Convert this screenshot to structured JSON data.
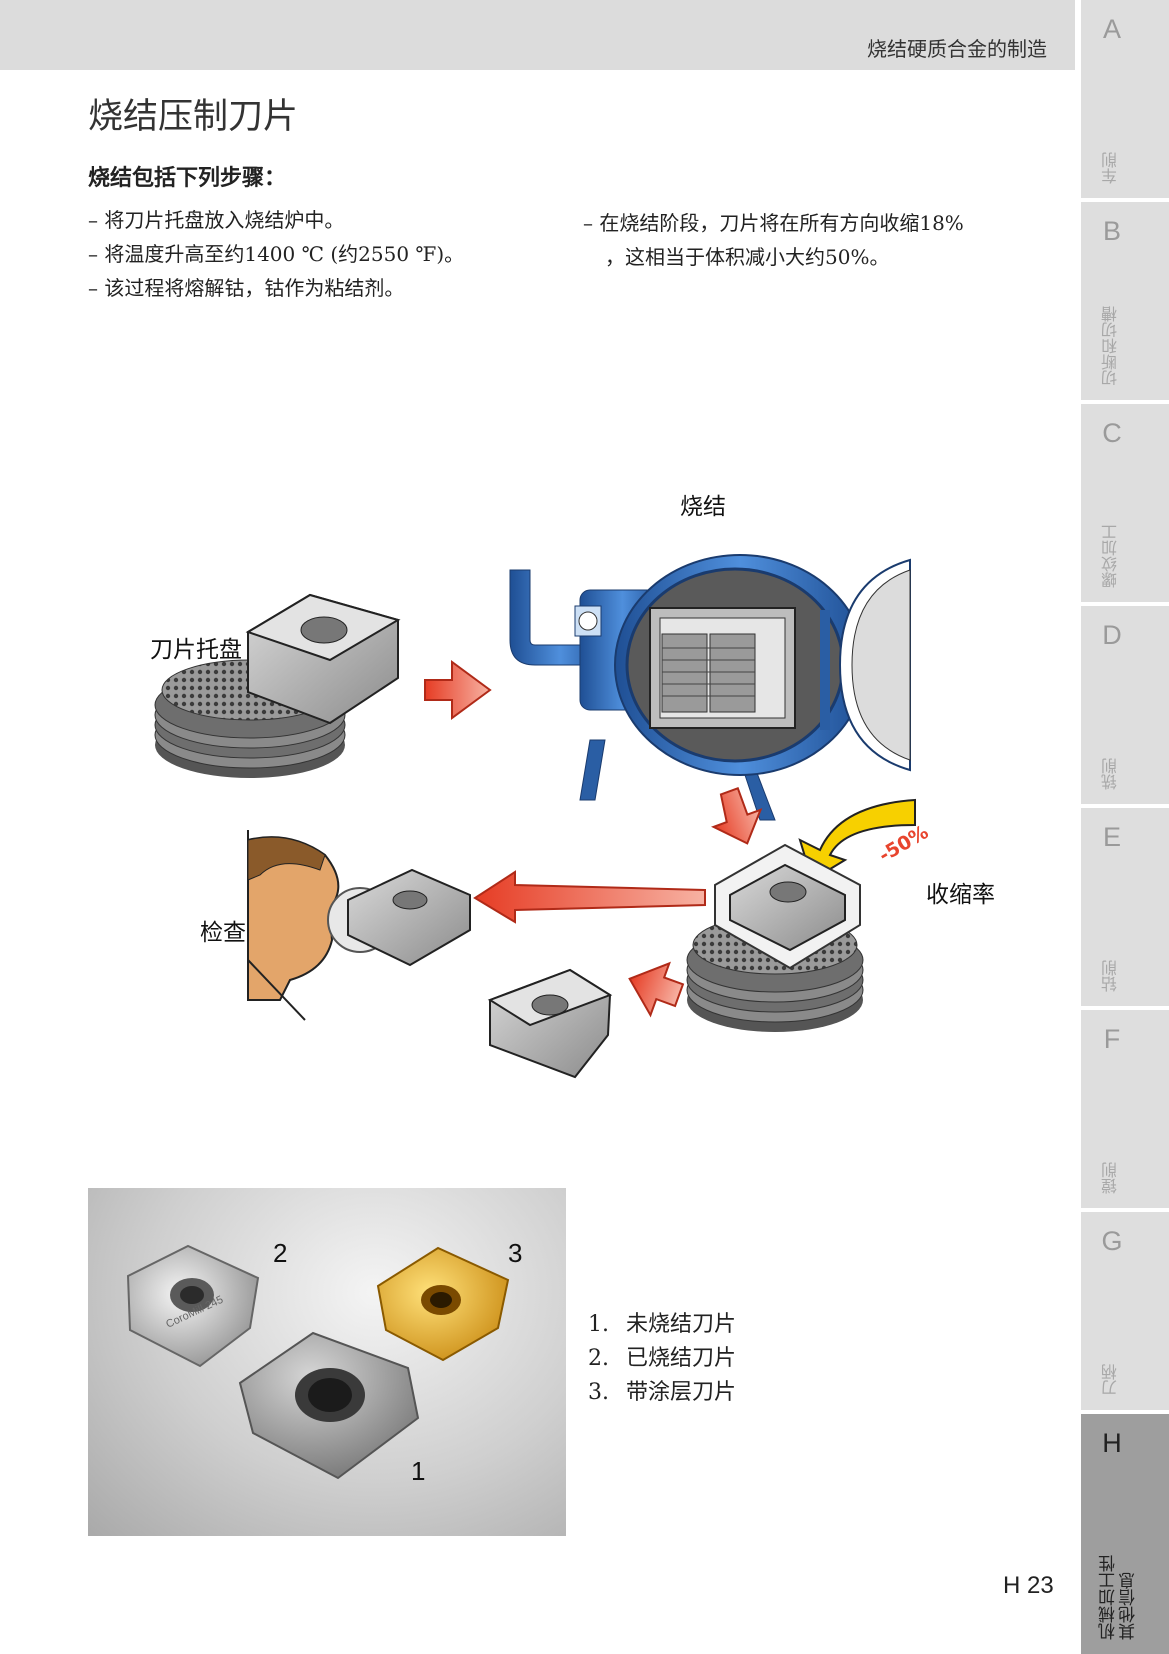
{
  "header": {
    "title": "烧结硬质合金的制造"
  },
  "page_title": "烧结压制刀片",
  "subhead": "烧结包括下列步骤：",
  "steps_left": [
    "– 将刀片托盘放入烧结炉中。",
    "– 将温度升高至约1400 ℃ (约2550 ℉)。",
    "– 该过程将熔解钴，钴作为粘结剂。"
  ],
  "steps_right": [
    "– 在烧结阶段，刀片将在所有方向收缩18%",
    "，这相当于体积减小大约50%。"
  ],
  "diagram": {
    "label_sinter": "烧结",
    "label_tray": "刀片托盘",
    "label_inspect": "检查",
    "label_shrink": "收缩率",
    "shrink_value": "-50%"
  },
  "photo": {
    "n1": "1",
    "n2": "2",
    "n3": "3",
    "engraving": "CoroMill 245"
  },
  "legend": [
    {
      "num": "1.",
      "text": "未烧结刀片"
    },
    {
      "num": "2.",
      "text": "已烧结刀片"
    },
    {
      "num": "3.",
      "text": "带涂层刀片"
    }
  ],
  "page_number": "H 23",
  "tabs": [
    {
      "letter": "A",
      "label": "车削"
    },
    {
      "letter": "B",
      "label": "切断和切槽"
    },
    {
      "letter": "C",
      "label": "螺纹加工"
    },
    {
      "letter": "D",
      "label": "铣削"
    },
    {
      "letter": "E",
      "label": "钻削"
    },
    {
      "letter": "F",
      "label": "镗削"
    },
    {
      "letter": "G",
      "label": "刀柄"
    },
    {
      "letter": "H",
      "label": "机械加工性\n其他信息"
    }
  ],
  "colors": {
    "active_tab": "#9e9e9e",
    "tab": "#dedede",
    "furnace_blue": "#2f6db5",
    "arrow_red": "#e8452e",
    "shrink_yellow": "#f7d000"
  }
}
